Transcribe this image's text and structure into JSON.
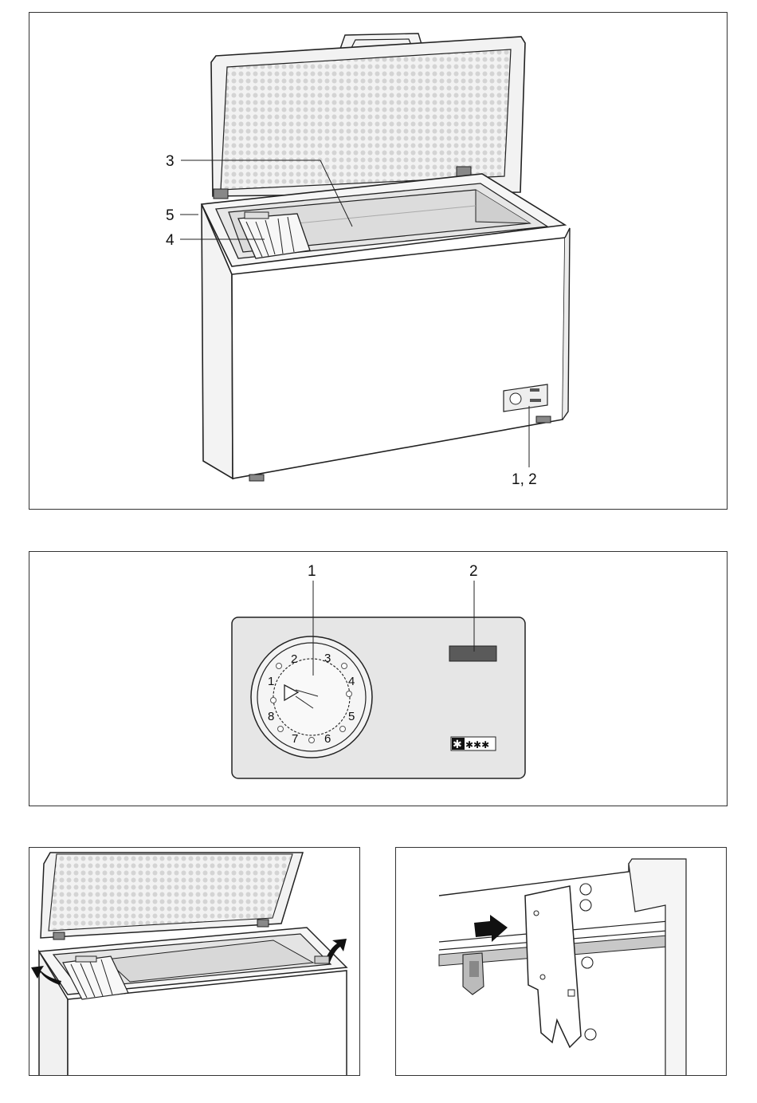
{
  "figure1": {
    "callouts": {
      "c3": "3",
      "c5": "5",
      "c4": "4",
      "c12": "1, 2"
    }
  },
  "figure2": {
    "callouts": {
      "c1": "1",
      "c2": "2"
    },
    "dial_numbers": [
      "1",
      "2",
      "3",
      "4",
      "5",
      "6",
      "7",
      "8"
    ],
    "freezer_rating": {
      "symbol": "✱",
      "stars": "✱✱✱"
    }
  },
  "colors": {
    "line": "#222222",
    "panel_fill": "#e6e6e6",
    "lid_dots": "#d2d2d2",
    "indicator": "#5a5a5a",
    "arrow": "#111111"
  }
}
